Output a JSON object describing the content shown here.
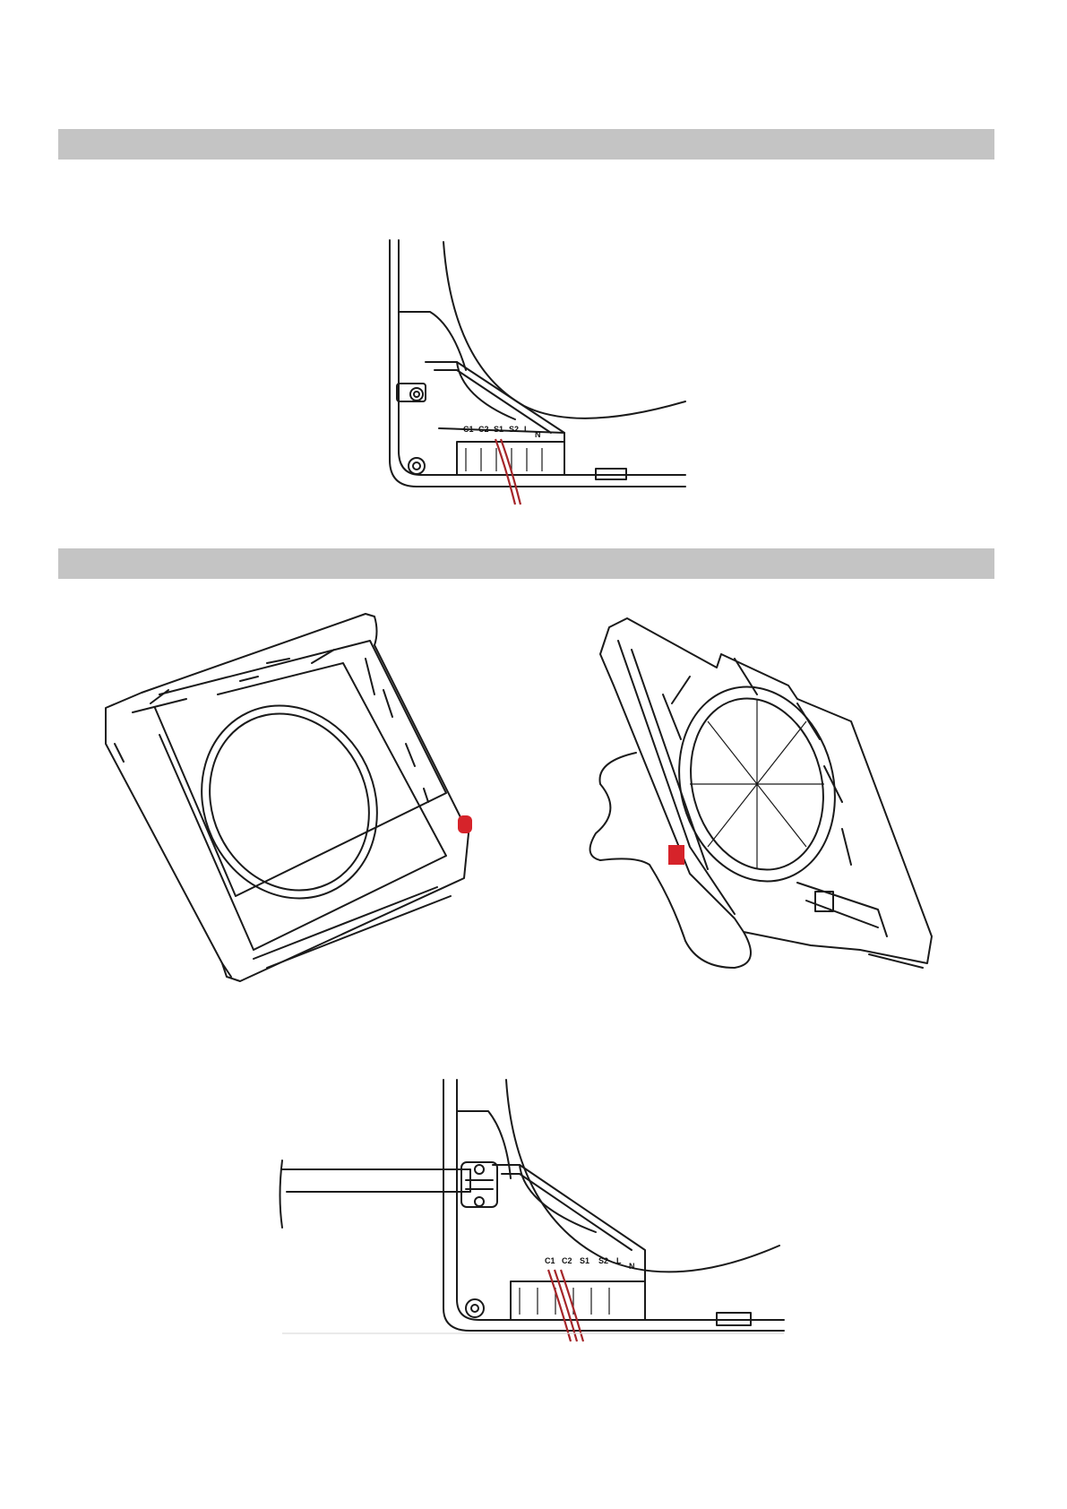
{
  "terminal_labels": [
    "C1",
    "C2",
    "S1",
    "S2",
    "L",
    "N"
  ],
  "colors": {
    "section_bar": "#c4c4c4",
    "wire": "#a5262a",
    "marker": "#d6232a",
    "line": "#1a1a1a"
  }
}
